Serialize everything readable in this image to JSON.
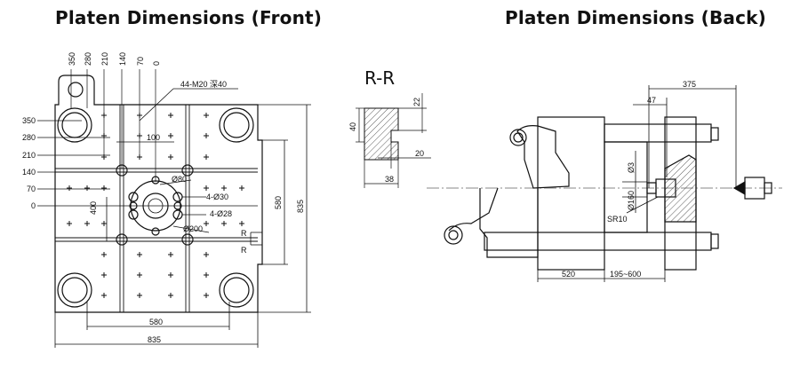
{
  "titles": {
    "front": "Platen Dimensions (Front)",
    "back": "Platen Dimensions (Back)"
  },
  "front": {
    "top_ticks": [
      "350",
      "280",
      "210",
      "140",
      "70",
      "0"
    ],
    "left_ticks": [
      "350",
      "280",
      "210",
      "140",
      "70",
      "0"
    ],
    "tapped_holes": "44-M20 深40",
    "dim_100": "100",
    "dim_400": "400",
    "dia_80": "Ø80",
    "dia_30": "4-Ø30",
    "dia_28": "4-Ø28",
    "dia_200": "Ø200",
    "section_mark": "R",
    "dim_580_h": "580",
    "dim_835_h": "835",
    "dim_580_v": "580",
    "dim_835_v": "835"
  },
  "section": {
    "label": "R-R",
    "dim_22": "22",
    "dim_40": "40",
    "dim_20": "20",
    "dim_38": "38"
  },
  "back": {
    "dim_375": "375",
    "dim_47": "47",
    "dim_3": "Ø3",
    "dim_160": "Ø160",
    "sr10": "SR10",
    "dim_520": "520",
    "dim_195_600": "195~600"
  }
}
